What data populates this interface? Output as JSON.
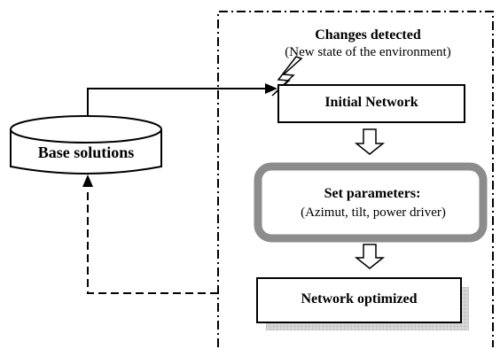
{
  "environment": {
    "title": "Changes detected",
    "subtitle": "(New state of the environment)"
  },
  "nodes": {
    "initial_network": "Initial Network",
    "base_solutions": "Base solutions",
    "set_parameters_title": "Set parameters:",
    "set_parameters_detail": "(Azimut, tilt, power driver)",
    "network_optimized": "Network optimized"
  },
  "icons": {
    "change_signal": "lightning-icon",
    "flow_arrow": "hollow-down-arrow-icon"
  },
  "colors": {
    "stroke": "#000000",
    "params_border": "#8c8c8c",
    "shadow": "#bdbdbd"
  }
}
